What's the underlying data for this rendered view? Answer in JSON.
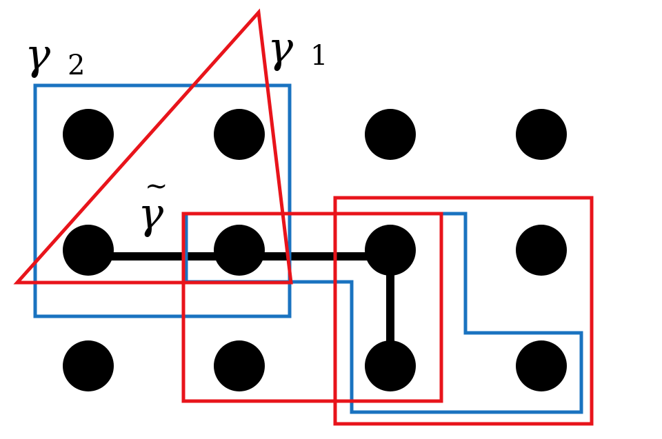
{
  "diagram": {
    "dots": {
      "columns": 4,
      "rows": 3,
      "color": "#000000"
    },
    "labels": {
      "gamma2_symbol": "γ",
      "gamma2_subscript": "2",
      "gamma1_symbol": "γ",
      "gamma1_subscript": "1",
      "tilde_symbol": "γ",
      "tilde_accent": "~"
    },
    "colors": {
      "red": "#e8141b",
      "blue": "#1a73c0",
      "path": "#000000"
    }
  }
}
